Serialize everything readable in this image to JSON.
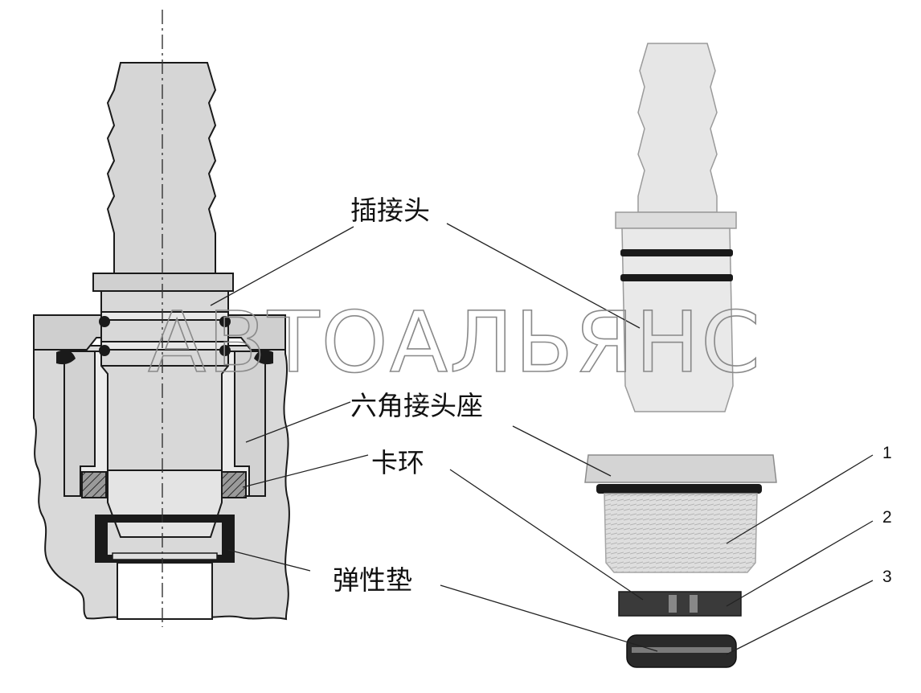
{
  "labels": {
    "plug": "插接头",
    "hex_seat": "六角接头座",
    "clip_ring": "卡环",
    "elastic_pad": "弹性垫"
  },
  "callouts": [
    "1",
    "2",
    "3"
  ],
  "watermark": "АВТОАЛЬЯНС",
  "colors": {
    "part_fill": "#d4d4d4",
    "light_fill": "#ececec",
    "dark": "#1a1a1a",
    "watermark": "#8a8a8a"
  }
}
